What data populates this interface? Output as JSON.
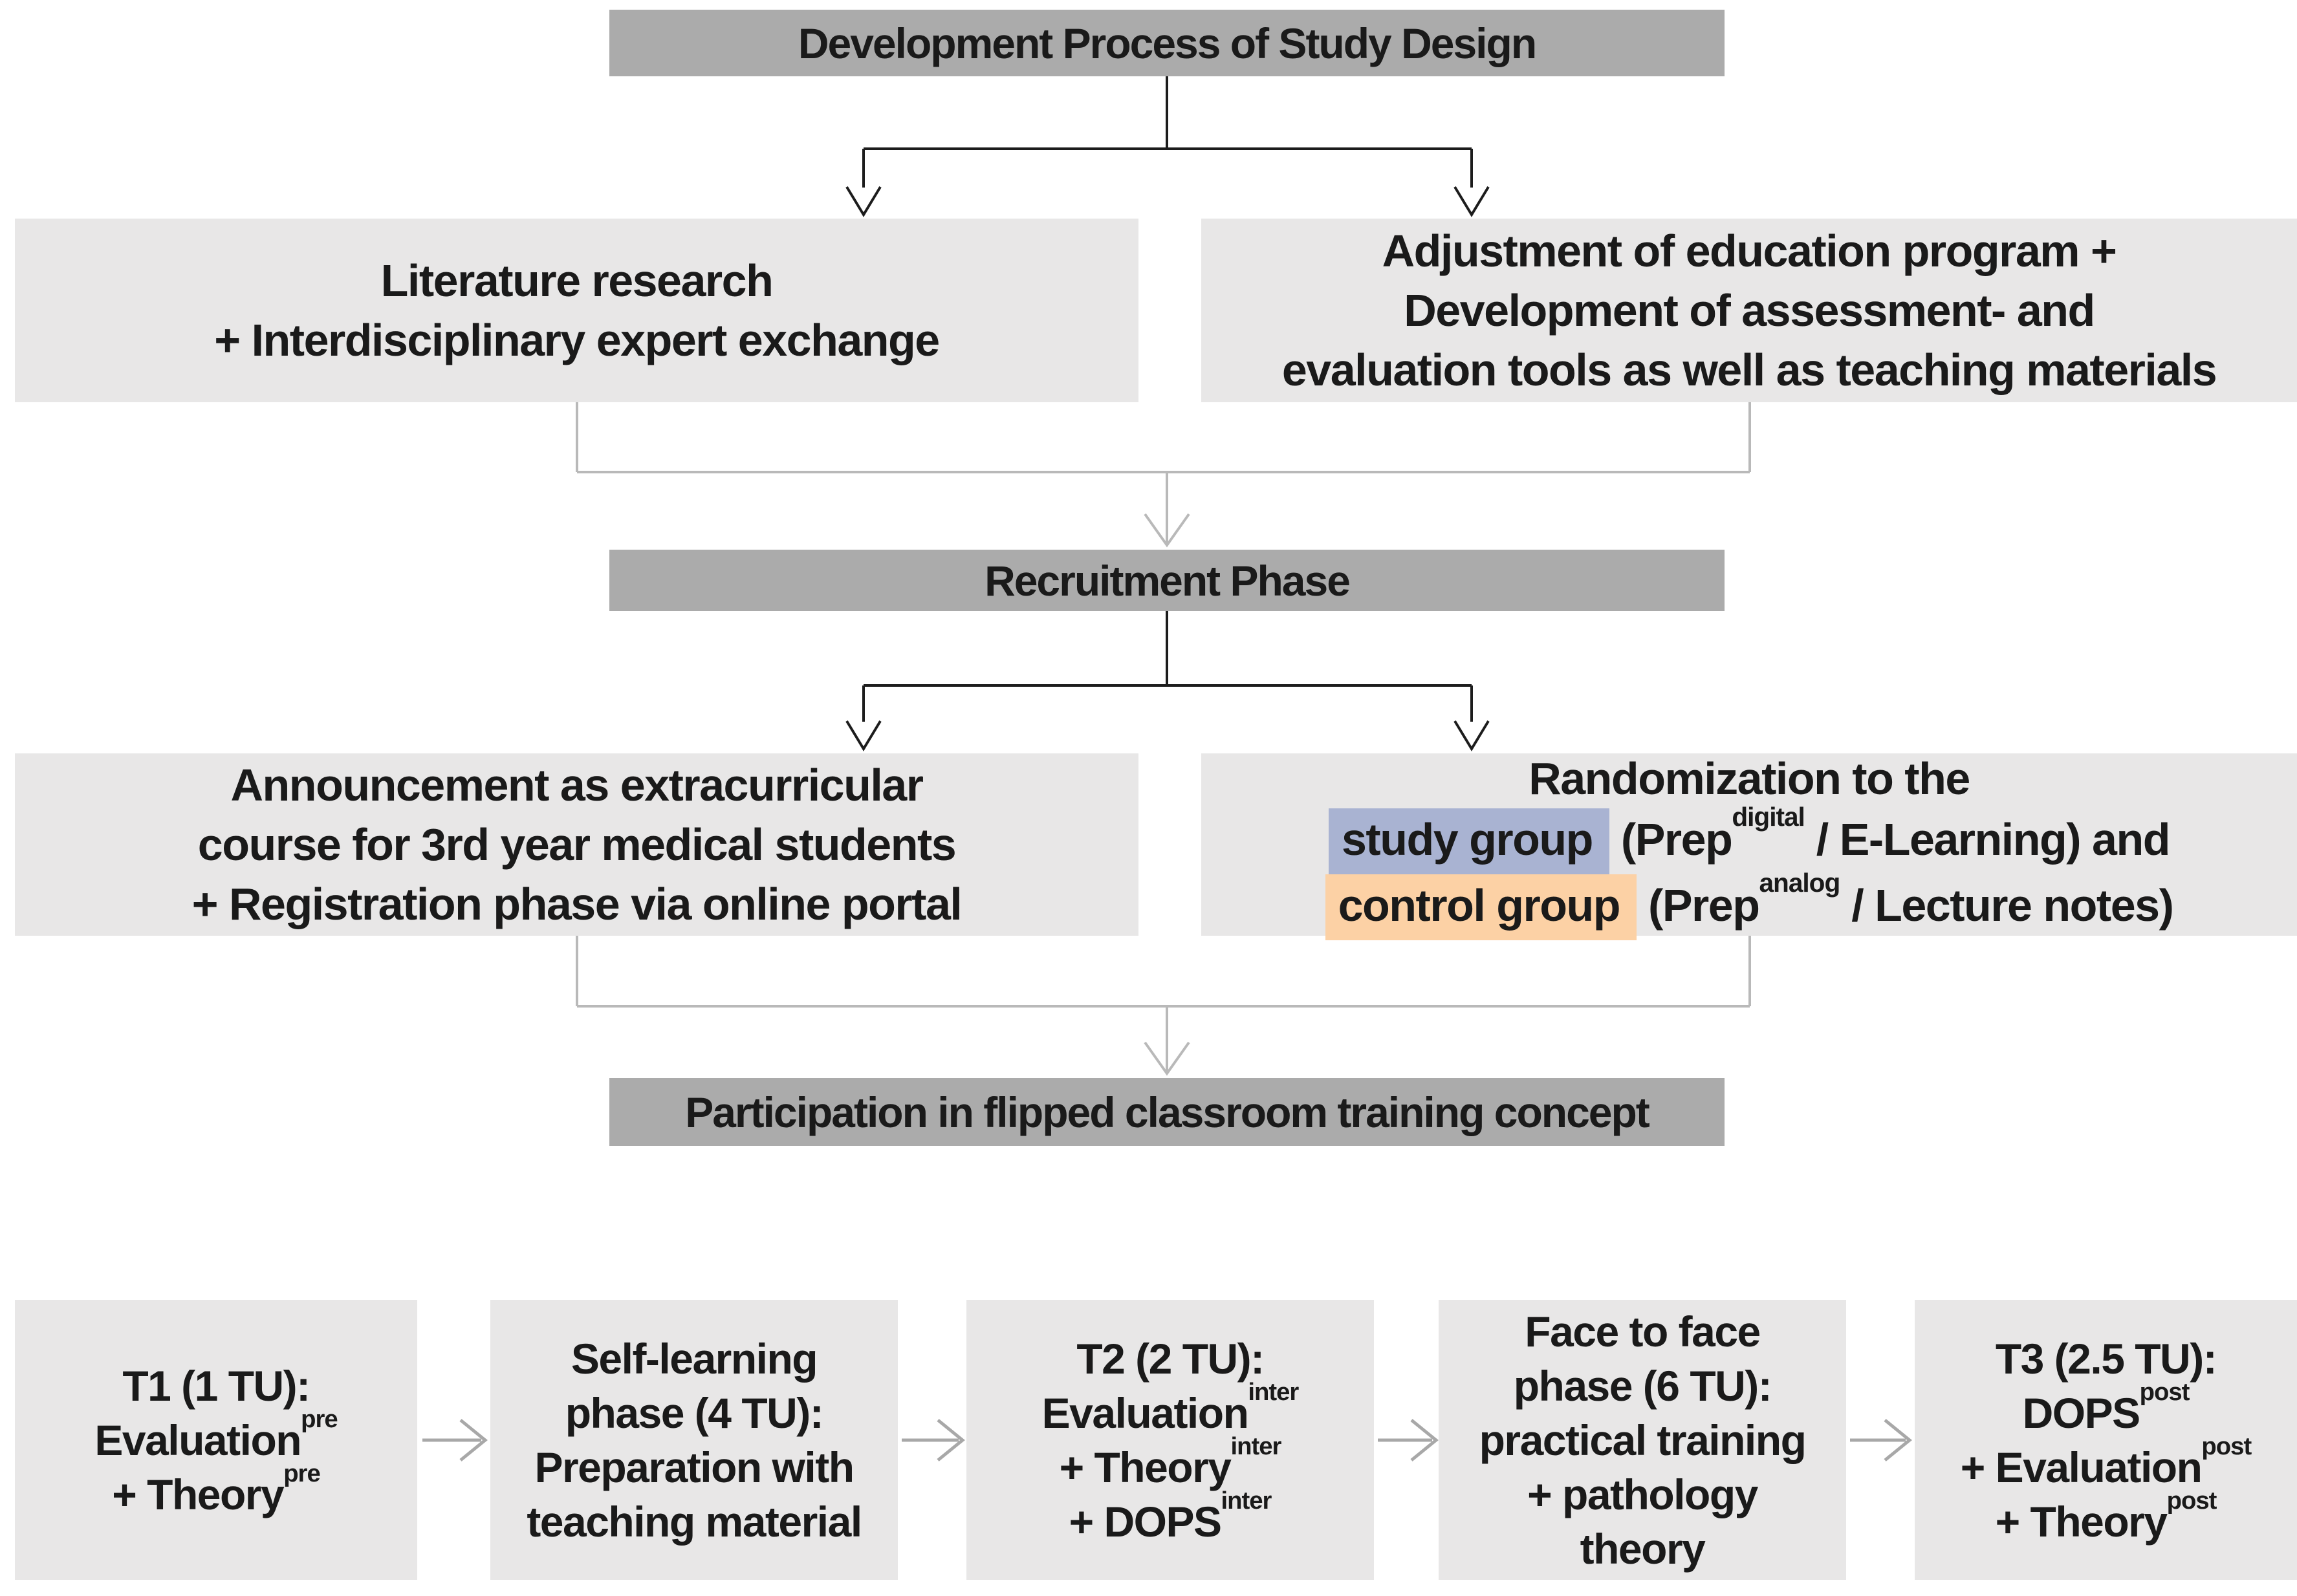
{
  "colors": {
    "header_box_bg": "#ababab",
    "light_box_bg": "#e8e7e7",
    "study_highlight": "#a9b3d2",
    "control_highlight": "#fcd1a5",
    "black_line": "#1c1c1c",
    "gray_line": "#b9b9b9",
    "arrow_gray": "#a8a8a8",
    "text_color": "#1a1a1a"
  },
  "figure": {
    "top_header": "Development Process of Study Design",
    "recruitment_header": "Recruitment Phase",
    "participation_header": "Participation in flipped classroom training concept",
    "literature_box": {
      "lines": [
        [
          {
            "t": "Literature research"
          }
        ],
        [
          {
            "t": "+ Interdisciplinary expert exchange"
          }
        ]
      ]
    },
    "adjustment_box": {
      "lines": [
        [
          {
            "t": "Adjustment of education program +"
          }
        ],
        [
          {
            "t": "Development of assessment- and"
          }
        ],
        [
          {
            "t": "evaluation tools as well as teaching materials"
          }
        ]
      ]
    },
    "announcement_box": {
      "lines": [
        [
          {
            "t": "Announcement as extracurricular"
          }
        ],
        [
          {
            "t": "course for 3rd year medical students"
          }
        ],
        [
          {
            "t": "+ Registration phase via online portal"
          }
        ]
      ]
    },
    "randomization_box": {
      "lines": [
        [
          {
            "t": "Randomization to the"
          }
        ],
        [
          {
            "hl": "study group",
            "c": "study"
          },
          {
            "t": "(Prep"
          },
          {
            "sup": "digital"
          },
          {
            "t": " / E-Learning) and"
          }
        ],
        [
          {
            "hl": "control group",
            "c": "control"
          },
          {
            "t": "(Prep"
          },
          {
            "sup": "analog"
          },
          {
            "t": " / Lecture notes)"
          }
        ]
      ]
    },
    "timeline": [
      {
        "lines": [
          [
            {
              "t": "T1 (1 TU):"
            }
          ],
          [
            {
              "t": "Evaluation"
            },
            {
              "sup": "pre"
            }
          ],
          [
            {
              "t": "+ Theory"
            },
            {
              "sup": "pre"
            }
          ]
        ]
      },
      {
        "lines": [
          [
            {
              "t": "Self-learning"
            }
          ],
          [
            {
              "t": "phase (4 TU):"
            }
          ],
          [
            {
              "t": "Preparation with"
            }
          ],
          [
            {
              "t": "teaching material"
            }
          ]
        ]
      },
      {
        "lines": [
          [
            {
              "t": "T2 (2 TU):"
            }
          ],
          [
            {
              "t": "Evaluation"
            },
            {
              "sup": "inter"
            }
          ],
          [
            {
              "t": "+ Theory"
            },
            {
              "sup": "inter"
            }
          ],
          [
            {
              "t": "+ DOPS"
            },
            {
              "sup": "inter"
            }
          ]
        ]
      },
      {
        "lines": [
          [
            {
              "t": "Face to face"
            }
          ],
          [
            {
              "t": "phase (6 TU):"
            }
          ],
          [
            {
              "t": "practical training"
            }
          ],
          [
            {
              "t": "+ pathology"
            }
          ],
          [
            {
              "t": "theory"
            }
          ]
        ]
      },
      {
        "lines": [
          [
            {
              "t": "T3 (2.5 TU):"
            }
          ],
          [
            {
              "t": "DOPS"
            },
            {
              "sup": "post"
            }
          ],
          [
            {
              "t": "+ Evaluation"
            },
            {
              "sup": "post"
            }
          ],
          [
            {
              "t": "+ Theory"
            },
            {
              "sup": "post"
            }
          ]
        ]
      }
    ]
  }
}
